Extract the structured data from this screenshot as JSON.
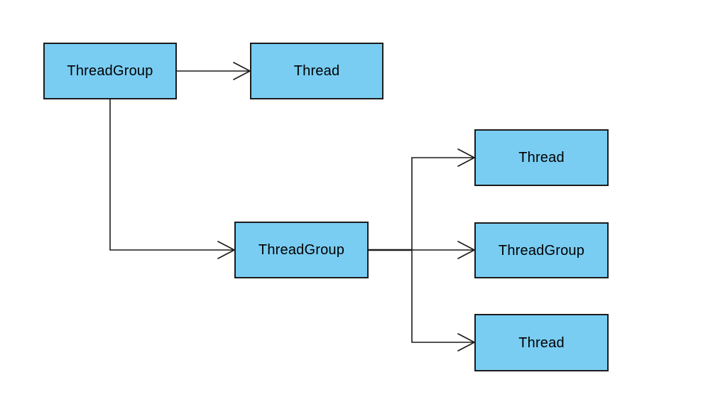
{
  "diagram": {
    "title": "ThreadGroup tree diagram",
    "colors": {
      "node_fill": "#79cdf2",
      "node_border": "#1c1c1c",
      "connector": "#1c1c1c",
      "background": "#ffffff"
    },
    "nodes": [
      {
        "id": "root-threadgroup",
        "label": "ThreadGroup"
      },
      {
        "id": "thread-top",
        "label": "Thread"
      },
      {
        "id": "child-threadgroup",
        "label": "ThreadGroup"
      },
      {
        "id": "thread-right-top",
        "label": "Thread"
      },
      {
        "id": "threadgroup-right-middle",
        "label": "ThreadGroup"
      },
      {
        "id": "thread-right-bottom",
        "label": "Thread"
      }
    ],
    "edges": [
      {
        "from": "root-threadgroup",
        "to": "thread-top"
      },
      {
        "from": "root-threadgroup",
        "to": "child-threadgroup"
      },
      {
        "from": "child-threadgroup",
        "to": "thread-right-top"
      },
      {
        "from": "child-threadgroup",
        "to": "threadgroup-right-middle"
      },
      {
        "from": "child-threadgroup",
        "to": "thread-right-bottom"
      }
    ]
  }
}
